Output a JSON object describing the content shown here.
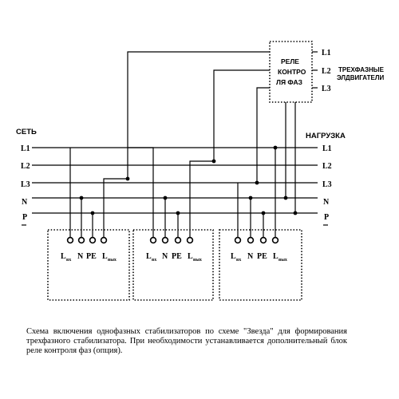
{
  "network": {
    "title": "СЕТЬ",
    "lines": [
      "L1",
      "L2",
      "L3",
      "N",
      "P"
    ]
  },
  "load": {
    "title": "НАГРУЗКА",
    "lines": [
      "L1",
      "L2",
      "L3",
      "N",
      "P"
    ]
  },
  "relay": {
    "lines": [
      "РЕЛЕ",
      "КОНТРО",
      "ЛЯ ФАЗ"
    ]
  },
  "motors": {
    "lines": [
      "L1",
      "L2",
      "L3"
    ],
    "label_lines": [
      "ТРЕХФАЗНЫЕ",
      "ЭЛДВИГАТЕЛИ"
    ]
  },
  "stabilizer": {
    "terminals": {
      "l_in": "L",
      "l_in_sub": "вх",
      "n": "N",
      "pe": "PE",
      "l_out": "L",
      "l_out_sub": "вых"
    }
  },
  "caption": "Схема включения однофазных стабилизаторов по схеме \"Звезда\" для формирования трехфазного стабилизатора. При необходимости устанавливается дополнительный блок реле контроля фаз (опция)."
}
